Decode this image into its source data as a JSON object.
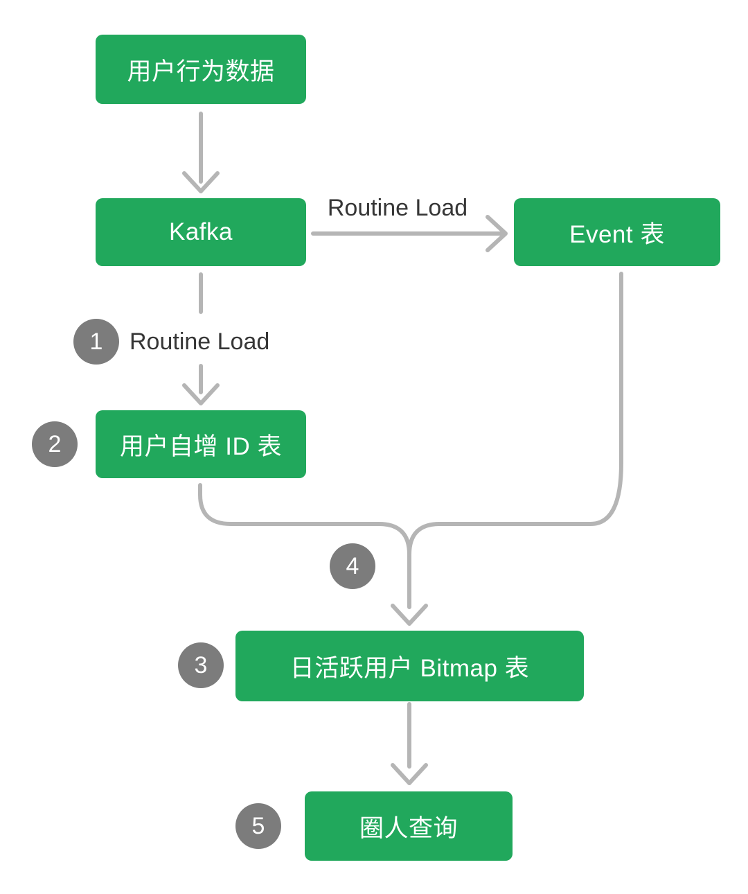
{
  "diagram": {
    "type": "flowchart",
    "nodes": [
      {
        "id": "user-behavior-data",
        "label": "用户行为数据"
      },
      {
        "id": "kafka",
        "label": "Kafka"
      },
      {
        "id": "event-table",
        "label": "Event 表"
      },
      {
        "id": "user-auto-increment-id-table",
        "label": "用户自增 ID 表"
      },
      {
        "id": "daily-active-user-bitmap-table",
        "label": "日活跃用户 Bitmap 表"
      },
      {
        "id": "crowd-selection-query",
        "label": "圈人查询"
      }
    ],
    "edge_labels": [
      {
        "id": "kafka-to-event-table",
        "text": "Routine Load"
      },
      {
        "id": "kafka-to-uid-table",
        "text": "Routine Load"
      }
    ],
    "step_badges": [
      "1",
      "2",
      "3",
      "4",
      "5"
    ],
    "colors": {
      "node_fill": "#21a85c",
      "node_text": "#ffffff",
      "badge_fill": "#7c7c7c",
      "badge_text": "#ffffff",
      "arrow": "#b5b5b5",
      "edge_label_text": "#363636",
      "background": "#ffffff"
    }
  }
}
